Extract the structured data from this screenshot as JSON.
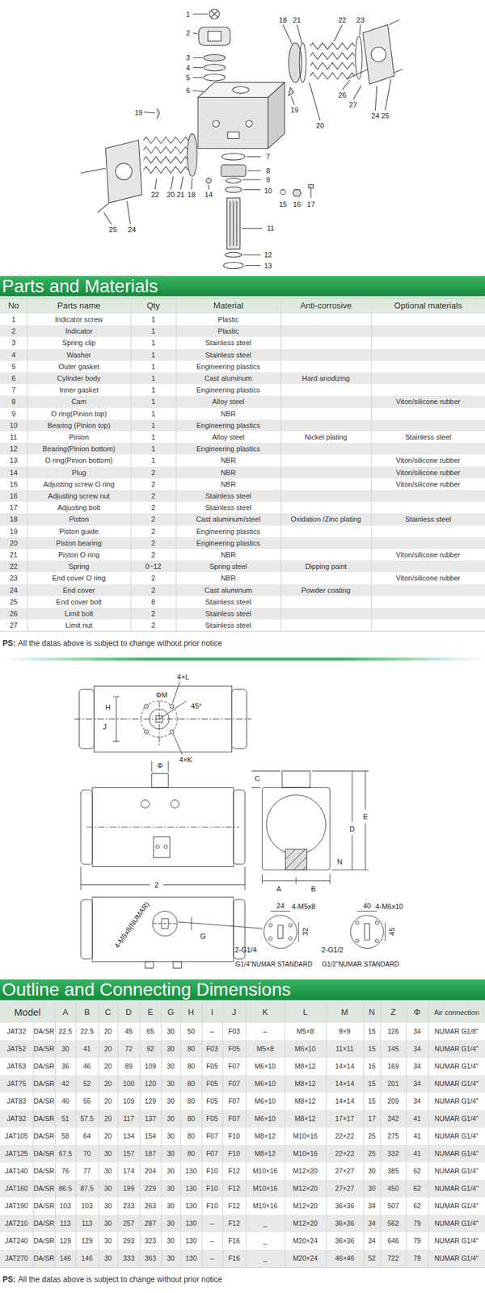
{
  "diagram": {
    "nodes": [
      {
        "text": [
          "Parts and Materials"
        ]
      },
      {
        "text": [
          "Outline and Connecting Dimensions"
        ]
      }
    ],
    "labels": [
      "1",
      "2",
      "3",
      "4",
      "5",
      "6",
      "18",
      "21",
      "22",
      "23",
      "19",
      "19",
      "20",
      "26",
      "27",
      "24",
      "25",
      "7",
      "8",
      "9",
      "10",
      "14",
      "22",
      "20",
      "21",
      "18",
      "15",
      "16",
      "17",
      "11",
      "25",
      "24",
      "12",
      "13",
      "No",
      "Parts name",
      "Qty",
      "Material",
      "Anti-corrosive",
      "Optional materials",
      "1",
      "Indicator screw",
      "1",
      "Plastic",
      "2",
      "Indicator",
      "1",
      "Plastic",
      "3",
      "Spring clip",
      "1",
      "Stainless steel",
      "4",
      "Washer",
      "1",
      "Stainless steel",
      "5",
      "Outer gasket",
      "1",
      "Engineering plastics",
      "6",
      "Cylinder body",
      "1",
      "Cast aluminum",
      "Hard anodizing",
      "7",
      "Inner gasket",
      "1",
      "Engineering plastics",
      "8",
      "Cam",
      "1",
      "Alloy steel",
      "Viton/silicone rubber",
      "9",
      "O ring(Pinion top)",
      "1",
      "NBR",
      "10",
      "Bearing (Pinion top)",
      "1",
      "Engineering plastics",
      "11",
      "Pinion",
      "1",
      "Alloy steel",
      "Nickel plating",
      "Stainless steel",
      "12",
      "Bearing(Pinion bottom)",
      "1",
      "Engineering plastics",
      "13",
      "O ring(Pinion bottom)",
      "1",
      "NBR",
      "Viton/silicone rubber",
      "14",
      "Plug",
      "2",
      "NBR",
      "Viton/silicone rubber",
      "15",
      "Adjusting screw O ring",
      "2",
      "NBR",
      "Viton/silicone rubber",
      "16",
      "Adjusting screw nut",
      "2",
      "Stainless steel",
      "17",
      "Adjusting bolt",
      "2",
      "Stainless steel",
      "18",
      "Piston",
      "2",
      "Cast aluminum/steel",
      "Oxidation /Zinc plating",
      "Stainless steel",
      "19",
      "Piston guide",
      "2",
      "Engineering plastics",
      "20",
      "Piston bearing",
      "2",
      "Engineering plastics",
      "21",
      "Piston O ring",
      "2",
      "NBR",
      "Viton/silicone rubber",
      "22",
      "Spring",
      "0~12",
      "Spring steel",
      "Dipping paint",
      "23",
      "End cover O ring",
      "2",
      "NBR",
      "Viton/silicone rubber",
      "24",
      "End cover",
      "2",
      "Cast aluminum",
      "Powder coating",
      "25",
      "End cover bolt",
      "8",
      "Stainless steel",
      "26",
      "Limit bolt",
      "2",
      "Stainless steel",
      "27",
      "Limit nut",
      "2",
      "Stainless steel",
      "PS:",
      "All the datas above is subject to change without prior notice",
      "4×L",
      "ΦM",
      "45°",
      "H",
      "J",
      "4×K",
      "Φ",
      "C",
      "D",
      "E",
      "N",
      "A",
      "B",
      "Z",
      "4-M5x8(NUMAR)",
      "G",
      "24",
      "4-M5x8",
      "32",
      "2-G1/4",
      "40",
      "4-M6x10",
      "45",
      "2-G1/2",
      "G1/4\"NUMAR STANDARD",
      "G1/2\"NUMAR STANDARD",
      "Model",
      "A",
      "B",
      "C",
      "D",
      "E",
      "G",
      "H",
      "I",
      "J",
      "K",
      "L",
      "M",
      "N",
      "Z",
      "Φ",
      "Air connection",
      "JAT32",
      "DA/SR",
      "22.5",
      "22.5",
      "20",
      "45",
      "65",
      "30",
      "50",
      "–",
      "F03",
      "–",
      "M5×8",
      "9×9",
      "15",
      "126",
      "34",
      "NUMAR G1/8\"",
      "JAT52",
      "DA/SR",
      "30",
      "41",
      "20",
      "72",
      "92",
      "30",
      "80",
      "F03",
      "F05",
      "M5×8",
      "M6×10",
      "11×11",
      "15",
      "145",
      "34",
      "NUMAR G1/4\"",
      "JAT63",
      "DA/SR",
      "36",
      "46",
      "20",
      "89",
      "109",
      "30",
      "80",
      "F05",
      "F07",
      "M6×10",
      "M8×12",
      "14×14",
      "15",
      "169",
      "34",
      "NUMAR G1/4\"",
      "JAT75",
      "DA/SR",
      "42",
      "52",
      "20",
      "100",
      "120",
      "30",
      "80",
      "F05",
      "F07",
      "M6×10",
      "M8×12",
      "14×14",
      "15",
      "201",
      "34",
      "NUMAR G1/4\"",
      "JAT83",
      "DA/SR",
      "46",
      "55",
      "20",
      "109",
      "129",
      "30",
      "80",
      "F05",
      "F07",
      "M6×10",
      "M8×12",
      "14×14",
      "15",
      "209",
      "34",
      "NUMAR G1/4\"",
      "JAT92",
      "DA/SR",
      "51",
      "57.5",
      "20",
      "117",
      "137",
      "30",
      "80",
      "F05",
      "F07",
      "M6×10",
      "M8×12",
      "17×17",
      "17",
      "242",
      "41",
      "NUMAR G1/4\"",
      "JAT105",
      "DA/SR",
      "58",
      "64",
      "20",
      "134",
      "154",
      "30",
      "80",
      "F07",
      "F10",
      "M8×12",
      "M10×16",
      "22×22",
      "25",
      "275",
      "41",
      "NUMAR G1/4\"",
      "JAT125",
      "DA/SR",
      "67.5",
      "70",
      "30",
      "157",
      "187",
      "30",
      "80",
      "F07",
      "F10",
      "M8×12",
      "M10×16",
      "22×22",
      "25",
      "332",
      "41",
      "NUMAR G1/4\"",
      "JAT140",
      "DA/SR",
      "76",
      "77",
      "30",
      "174",
      "204",
      "30",
      "130",
      "F10",
      "F12",
      "M10×16",
      "M12×20",
      "27×27",
      "30",
      "385",
      "62",
      "NUMAR G1/4\"",
      "JAT160",
      "DA/SR",
      "86.5",
      "87.5",
      "30",
      "199",
      "229",
      "30",
      "130",
      "F10",
      "F12",
      "M10×16",
      "M12×20",
      "27×27",
      "30",
      "450",
      "62",
      "NUMAR G1/4\"",
      "JAT190",
      "DA/SR",
      "103",
      "103",
      "30",
      "233",
      "263",
      "30",
      "130",
      "F10",
      "F12",
      "M10×16",
      "M12×20",
      "36×36",
      "34",
      "507",
      "62",
      "NUMAR G1/4\"",
      "JAT210",
      "DA/SR",
      "113",
      "113",
      "30",
      "257",
      "287",
      "30",
      "130",
      "–",
      "F12",
      "_",
      "M12×20",
      "36×36",
      "34",
      "562",
      "79",
      "NUMAR G1/4\"",
      "JAT240",
      "DA/SR",
      "129",
      "129",
      "30",
      "293",
      "323",
      "30",
      "130",
      "–",
      "F16",
      "_",
      "M20×24",
      "36×36",
      "34",
      "646",
      "79",
      "NUMAR G1/4\"",
      "JAT270",
      "DA/SR",
      "146",
      "146",
      "30",
      "333",
      "363",
      "30",
      "130",
      "–",
      "F16",
      "_",
      "M20×24",
      "46×46",
      "52",
      "722",
      "79",
      "NUMAR G1/4\"",
      "PS:",
      "All the datas above is subject to change without prior notice"
    ]
  }
}
